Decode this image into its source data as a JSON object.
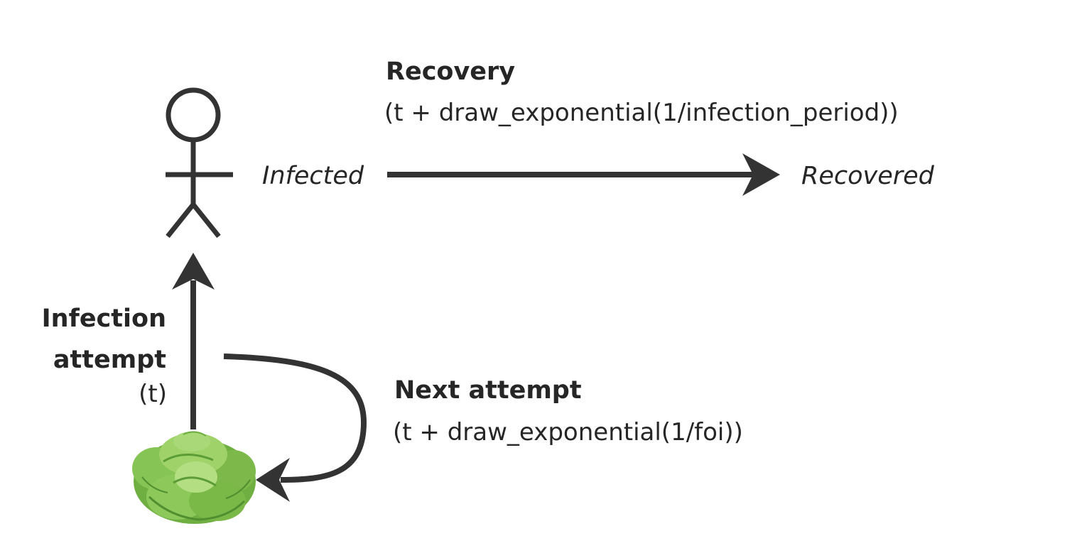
{
  "colors": {
    "stroke": "#333333",
    "text": "#262626",
    "lettuce_light": "#9fd36a",
    "lettuce_mid": "#7cb84a",
    "lettuce_dark": "#4f8f2f"
  },
  "icons": {
    "person": "person-icon",
    "lettuce": "lettuce-icon"
  },
  "recovery": {
    "title": "Recovery",
    "formula": "(t + draw_exponential(1/infection_period))"
  },
  "states": {
    "infected": "Infected",
    "recovered": "Recovered"
  },
  "infection_attempt": {
    "title": "Infection attempt",
    "time": "(t)"
  },
  "next_attempt": {
    "title": "Next attempt",
    "formula": "(t + draw_exponential(1/foi))"
  }
}
